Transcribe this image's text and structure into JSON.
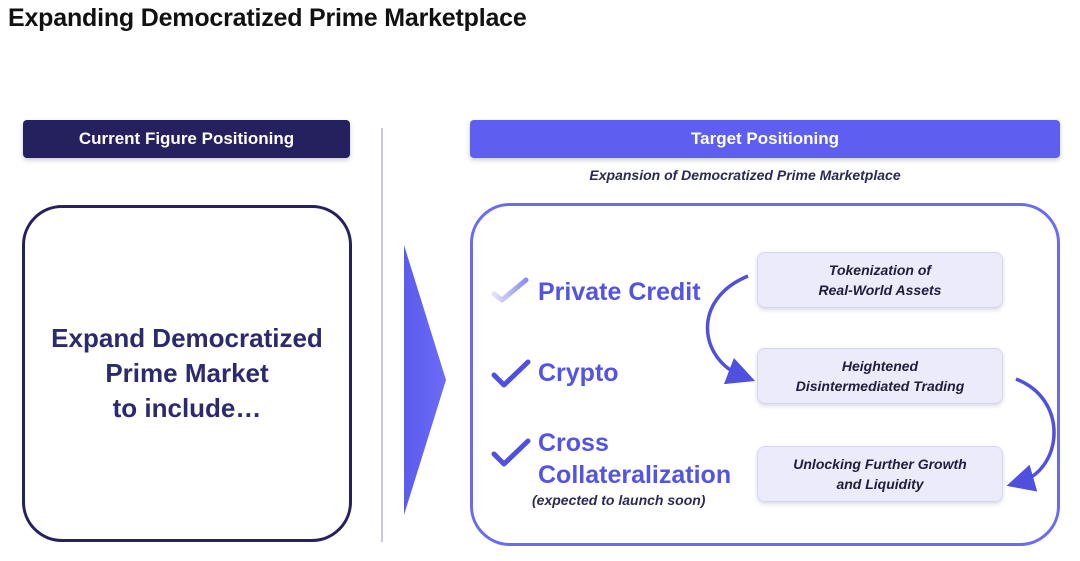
{
  "title": "Expanding Democratized Prime Marketplace",
  "current": {
    "header": "Current Figure Positioning",
    "lines": [
      "Expand Democratized",
      "Prime Market",
      "to include…"
    ]
  },
  "target": {
    "header": "Target Positioning",
    "subtitle": "Expansion of Democratized Prime Marketplace",
    "items": [
      {
        "lines": [
          "Private Credit"
        ]
      },
      {
        "lines": [
          "Crypto"
        ]
      },
      {
        "lines": [
          "Cross",
          "Collateralization"
        ],
        "note": "(expected to launch soon)"
      }
    ],
    "cards": [
      {
        "lines": [
          "Tokenization of",
          "Real-World Assets"
        ]
      },
      {
        "lines": [
          "Heightened",
          "Disintermediated Trading"
        ]
      },
      {
        "lines": [
          "Unlocking Further Growth",
          "and Liquidity"
        ]
      }
    ]
  },
  "colors": {
    "navy": "#25205e",
    "accent": "#5e5ef0",
    "check": "#4f4fe0",
    "card_bg": "#ebebfb"
  }
}
